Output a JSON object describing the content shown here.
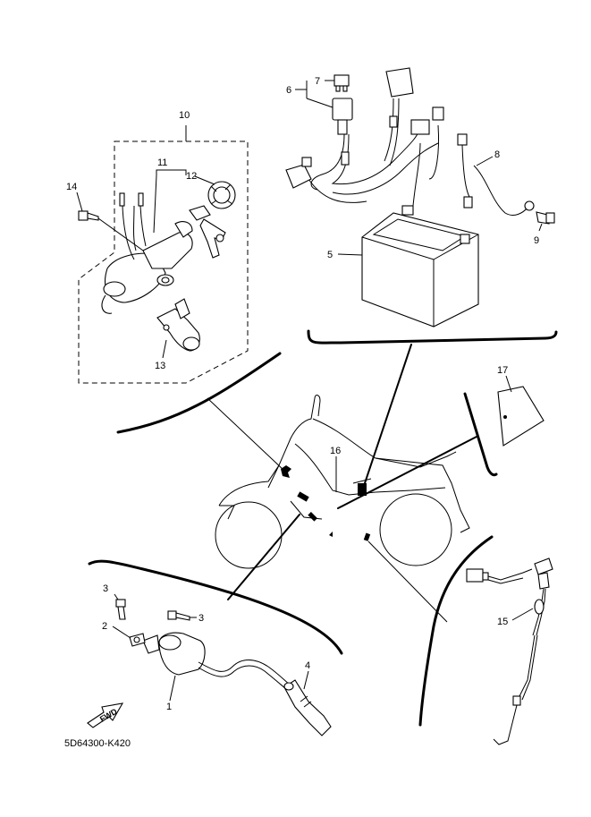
{
  "diagram": {
    "code": "5D64300-K420",
    "fwd_label": "FWD",
    "callouts": {
      "c1": "1",
      "c2": "2",
      "c3a": "3",
      "c3b": "3",
      "c4": "4",
      "c5": "5",
      "c6": "6",
      "c7": "7",
      "c8": "8",
      "c9": "9",
      "c10": "10",
      "c11": "11",
      "c12": "12",
      "c13": "13",
      "c14": "14",
      "c15": "15",
      "c16": "16",
      "c17": "17"
    }
  }
}
